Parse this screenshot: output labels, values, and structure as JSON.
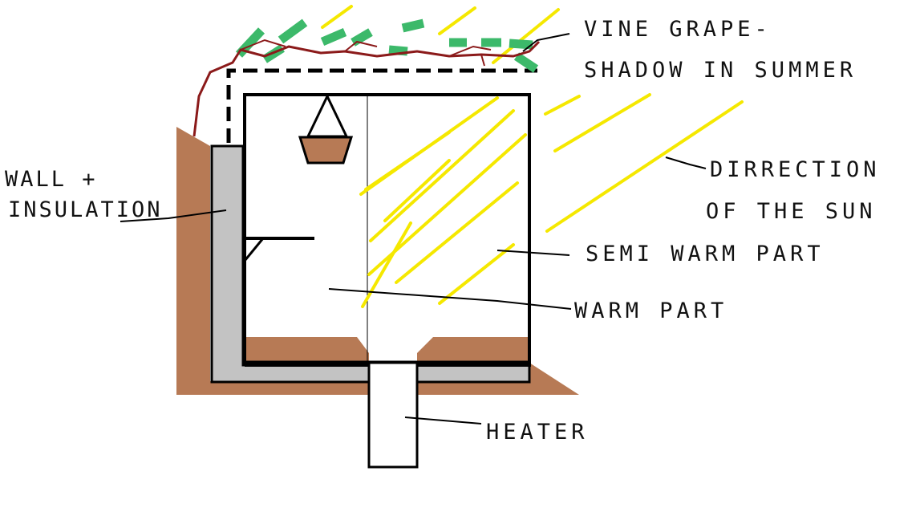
{
  "labels": {
    "vine_line1": "VINE GRAPE-",
    "vine_line2": "SHADOW IN SUMMER",
    "wall_line1": "WALL +",
    "wall_line2": "INSULATION",
    "sun_line1": "DIRRECTION",
    "sun_line2": "OF THE SUN",
    "semi_warm": "SEMI WARM PART",
    "warm": "WARM PART",
    "heater": "HEATER"
  },
  "colors": {
    "soil": "#b77a55",
    "insulation": "#c3c3c3",
    "sun_rays": "#f5e800",
    "vine_stem": "#8b1a1a",
    "vine_leaves": "#3cb96a",
    "outline": "#000000"
  }
}
